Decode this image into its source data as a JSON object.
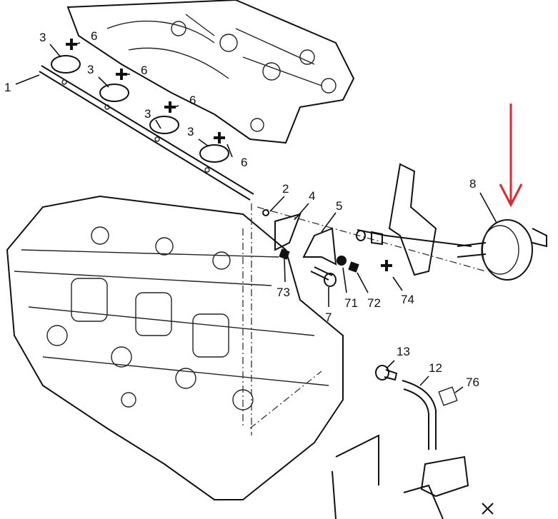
{
  "diagram": {
    "type": "exploded-parts-view",
    "callouts": [
      "1",
      "3",
      "3",
      "3",
      "3",
      "6",
      "6",
      "6",
      "6",
      "2",
      "4",
      "5",
      "8",
      "73",
      "7",
      "71",
      "72",
      "74",
      "13",
      "12",
      "76"
    ],
    "colors": {
      "line": "#111111",
      "arrow": "#e0282c",
      "background": "#ffffff"
    },
    "icons": [
      "red-down-arrow-icon",
      "plus-marker-icon"
    ]
  }
}
